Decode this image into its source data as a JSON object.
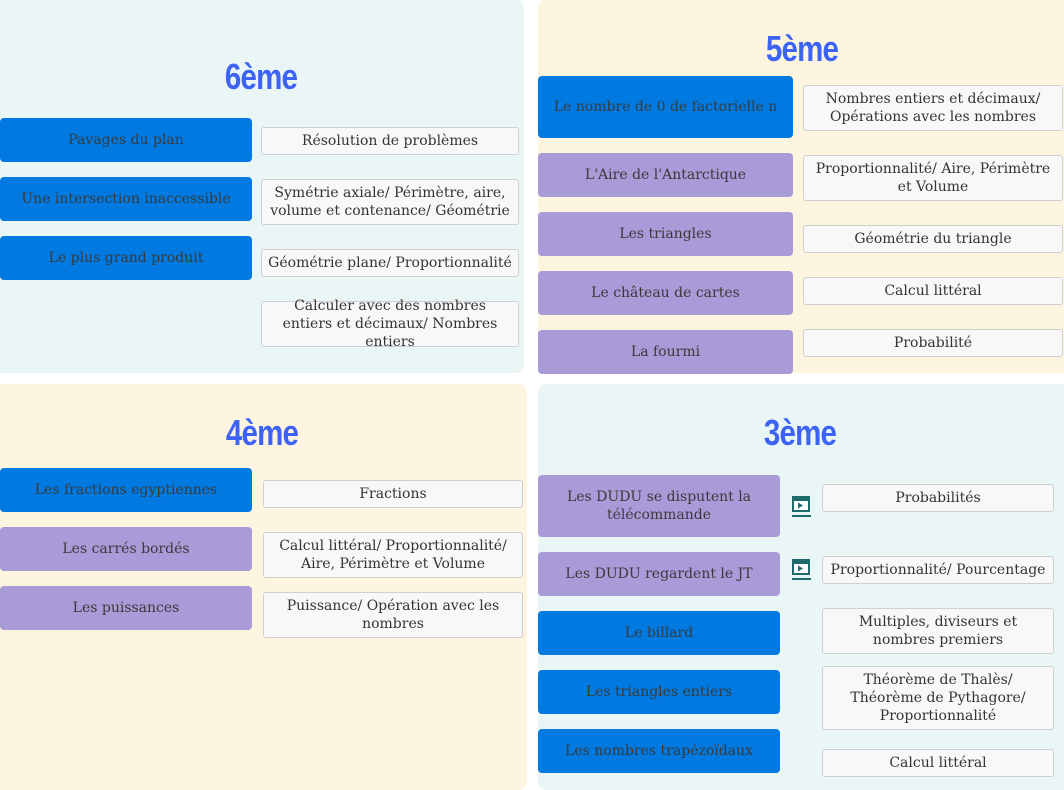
{
  "colors": {
    "title": "#3d63f5",
    "blue_button": "#0079e0",
    "purple_button": "#a99ad8",
    "panel_mint": "#eaf6f5",
    "panel_cream": "#fdf5e0",
    "video_icon": "#1f6b6b"
  },
  "sections": {
    "sixieme": {
      "title": "6ème",
      "activities": [
        "Pavages du plan",
        "Une intersection inaccessible",
        "Le plus grand produit"
      ],
      "topics": [
        "Résolution de problèmes",
        "Symétrie axiale/ Périmètre, aire, volume et contenance/ Géométrie",
        "Géométrie plane/ Proportionnalité",
        "Calculer avec des nombres entiers et décimaux/ Nombres entiers"
      ]
    },
    "cinquieme": {
      "title": "5ème",
      "activities": [
        "Le nombre de 0 de factorielle n",
        "L'Aire de l'Antarctique",
        "Les triangles",
        "Le château de cartes",
        "La fourmi"
      ],
      "topics": [
        "Nombres entiers et décimaux/ Opérations avec les nombres",
        "Proportionnalité/ Aire, Périmètre et Volume",
        "Géométrie du triangle",
        "Calcul littéral",
        "Probabilité"
      ]
    },
    "quatrieme": {
      "title": "4ème",
      "activities": [
        "Les fractions egyptiennes",
        "Les carrés bordés",
        "Les puissances"
      ],
      "topics": [
        "Fractions",
        "Calcul littéral/ Proportionnalité/ Aire, Périmètre et Volume",
        "Puissance/ Opération avec les nombres"
      ]
    },
    "troisieme": {
      "title": "3ème",
      "activities": [
        "Les DUDU se disputent la télécommande",
        "Les DUDU regardent le JT",
        "Le billard",
        "Les triangles entiers",
        "Les nombres trapézoïdaux"
      ],
      "topics": [
        "Probabilités",
        "Proportionnalité/ Pourcentage",
        "Multiples, diviseurs et nombres premiers",
        "Théorème de Thalès/ Théorème de Pythagore/ Proportionnalité",
        "Calcul littéral"
      ],
      "video_icons": [
        "video-icon",
        "video-icon"
      ]
    }
  }
}
